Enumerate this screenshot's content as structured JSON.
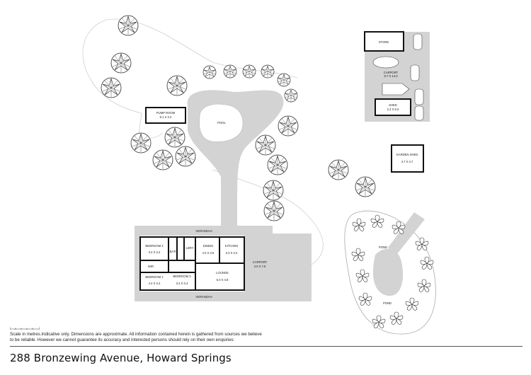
{
  "rooms": {
    "store": "STORE",
    "carport_top": "CARPORT",
    "carport_top_size": "9.7 X 14.0",
    "shed": "SHED",
    "shed_size": "2.4 X 6.0",
    "pump_room": "PUMP ROOM",
    "pump_room_size": "6.1 X 3.2",
    "pool": "POOL",
    "garden_shed": "GARDEN SHED",
    "garden_shed_size": "4.7 X 4.7",
    "verandah_top": "VERANDAH",
    "verandah_bottom": "VERANDAH",
    "bedroom2": "BEDROOM 2",
    "bedroom2_size": "3.4 X 3.4",
    "bedroom1": "BEDROOM 1",
    "bedroom1_size": "4.4 X 3.4",
    "bedroom3": "BEDROOM 3",
    "bedroom3_size": "3.2 X 3.4",
    "dining": "DINING",
    "dining_size": "4.0 X 3.5",
    "kitchen": "KITCHEN",
    "kitchen_size": "3.3 X 3.2",
    "lounge": "LOUNGE",
    "lounge_size": "6.0 X 4.8",
    "carport_side": "CARPORT",
    "carport_side_size": "3.0 X 7.8",
    "laundry": "LDRY",
    "wir": "WIR",
    "bath": "BATH",
    "pond_top": "POND",
    "pond_bottom": "POND"
  },
  "disclaimer": "Scale in metres.Indicative only. Dimensions are approximate. All information contained herein is gathered from sources we believe to be reliable. However we cannot guarantee its accuracy and interested persons should rely on their own enquiries",
  "address": "288 Bronzewing Avenue, Howard Springs",
  "colors": {
    "path": "#d3d3d3",
    "wall": "#111111",
    "tree": "#2b2b2b",
    "outline": "#bdbdbd"
  }
}
